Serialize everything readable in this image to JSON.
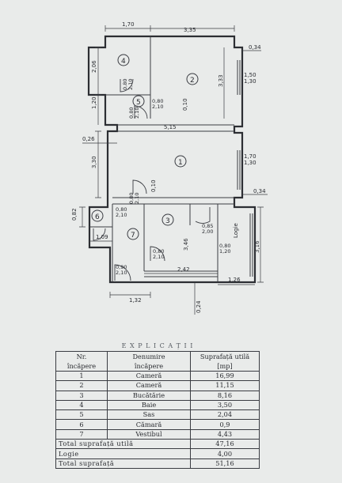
{
  "plan": {
    "dims": {
      "top_left": "1,70",
      "top_right": "3,35",
      "right_top": "0,34",
      "right_upper_a": "1,50",
      "right_upper_b": "1,30",
      "room2_height": "3,33",
      "room4_height": "2,06",
      "room5_height": "1,20",
      "inner_partition_a": "0,10",
      "room1_width": "5,15",
      "left_offset": "0,26",
      "room1_height": "3,30",
      "right_mid_a": "1,70",
      "right_mid_b": "1,30",
      "inner_partition_b": "0,10",
      "right_lower": "0,34",
      "room6_side": "0,82",
      "room6_width": "1,09",
      "room3_height": "3,46",
      "logie_height": "3,16",
      "room3_width": "2,42",
      "logie_width": "1,26",
      "room7_width": "1,32",
      "bottom_offset": "0,24"
    },
    "rooms": {
      "r1": "1",
      "r2": "2",
      "r3": "3",
      "r4": "4",
      "r5": "5",
      "r6": "6",
      "r7": "7",
      "logie": "Logie"
    },
    "doors": {
      "d4": [
        "0,80",
        "2,10"
      ],
      "d5": [
        "0,80",
        "2,10"
      ],
      "d5b": [
        "0,80",
        "2,10"
      ],
      "d1": [
        "0,80",
        "2,10"
      ],
      "d6": [
        "0,80",
        "2,10"
      ],
      "d3": [
        "0,80",
        "2,10"
      ],
      "d7": [
        "0,90",
        "2,10"
      ],
      "dlogie_a": [
        "0,85",
        "2,00"
      ],
      "dlogie_b": [
        "0,80",
        "1,20"
      ]
    }
  },
  "legend": {
    "caption": "E X P L I C A Ț I I",
    "headers": {
      "nr": [
        "Nr.",
        "încăpere"
      ],
      "name": [
        "Denumire",
        "încăpere"
      ],
      "area": [
        "Suprafață utilă",
        "[mp]"
      ]
    },
    "rows": [
      {
        "nr": "1",
        "name": "Cameră",
        "area": "16,99"
      },
      {
        "nr": "2",
        "name": "Cameră",
        "area": "11,15"
      },
      {
        "nr": "3",
        "name": "Bucătărie",
        "area": "8,16"
      },
      {
        "nr": "4",
        "name": "Baie",
        "area": "3,50"
      },
      {
        "nr": "5",
        "name": "Sas",
        "area": "2,04"
      },
      {
        "nr": "6",
        "name": "Cămară",
        "area": "0,9"
      },
      {
        "nr": "7",
        "name": "Vestibul",
        "area": "4,43"
      }
    ],
    "totals": [
      {
        "label": "Total suprafață utilă",
        "value": "47,16"
      },
      {
        "label": "Logie",
        "value": "4,00"
      },
      {
        "label": "Total suprafață",
        "value": "51,16"
      }
    ]
  }
}
